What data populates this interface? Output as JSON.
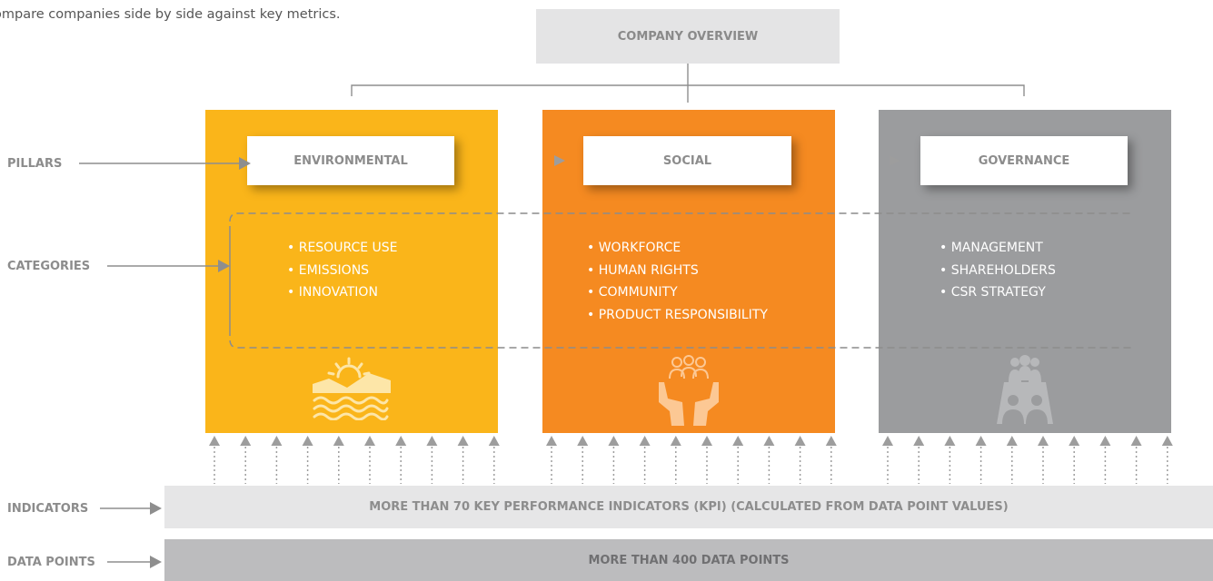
{
  "intro": "ompare companies side by side against key metrics.",
  "overview": "COMPANY OVERVIEW",
  "labels": {
    "pillars": "PILLARS",
    "categories": "CATEGORIES",
    "indicators": "INDICATORS",
    "data_points": "DATA POINTS"
  },
  "pillars": [
    {
      "title": "ENVIRONMENTAL",
      "color": "#fab51a",
      "icon": "landscape-sun-icon",
      "items": [
        "RESOURCE USE",
        "EMISSIONS",
        "INNOVATION"
      ]
    },
    {
      "title": "SOCIAL",
      "color": "#f58a21",
      "icon": "hands-people-icon",
      "items": [
        "WORKFORCE",
        "HUMAN RIGHTS",
        "COMMUNITY",
        "PRODUCT RESPONSIBILITY"
      ]
    },
    {
      "title": "GOVERNANCE",
      "color": "#9b9c9e",
      "icon": "boardroom-meeting-icon",
      "items": [
        "MANAGEMENT",
        "SHAREHOLDERS",
        "CSR STRATEGY"
      ]
    }
  ],
  "bars": {
    "kpi": "MORE THAN 70 KEY PERFORMANCE INDICATORS (KPI) (CALCULATED FROM DATA POINT VALUES)",
    "data_points": "MORE THAN 400 DATA POINTS"
  },
  "colors": {
    "line": "#8e8e8e",
    "arrow": "#9d9d9d",
    "dash": "#8c8c8c"
  }
}
